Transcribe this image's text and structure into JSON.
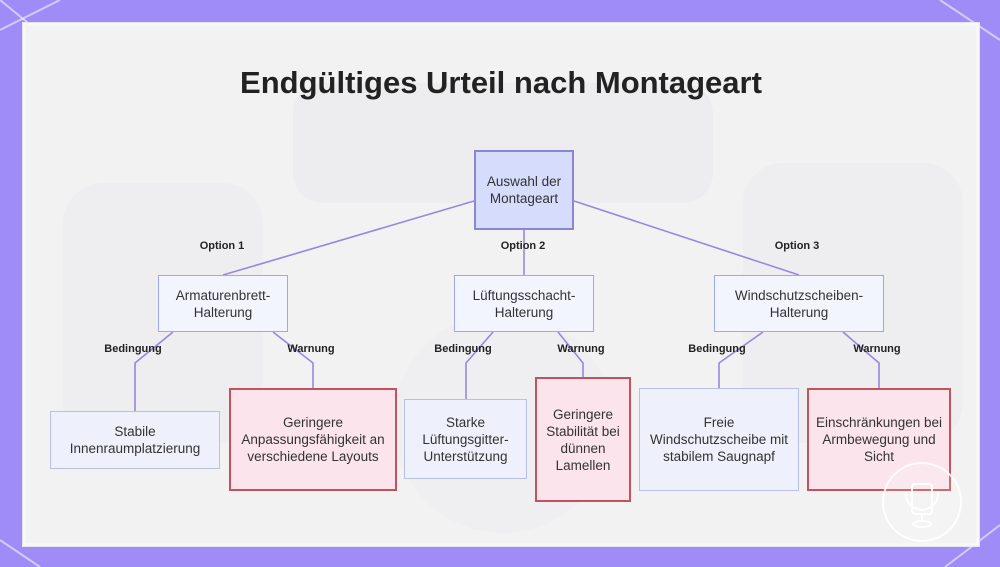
{
  "title": "Endgültiges Urteil nach Montageart",
  "root": "Auswahl der Montageart",
  "options": [
    {
      "edge": "Option 1",
      "label": "Armaturenbrett-Halterung",
      "cond_edge": "Bedingung",
      "cond": "Stabile Innenraumplatzierung",
      "warn_edge": "Warnung",
      "warn": "Geringere Anpassungsfähigkeit an verschiedene Layouts"
    },
    {
      "edge": "Option 2",
      "label": "Lüftungsschacht-Halterung",
      "cond_edge": "Bedingung",
      "cond": "Starke Lüftungsgitter-Unterstützung",
      "warn_edge": "Warnung",
      "warn": "Geringere Stabilität bei dünnen Lamellen"
    },
    {
      "edge": "Option 3",
      "label": "Windschutzscheiben-Halterung",
      "cond_edge": "Bedingung",
      "cond": "Freie Windschutzscheibe mit stabilem Saugnapf",
      "warn_edge": "Warnung",
      "warn": "Einschränkungen bei Armbewegung und Sicht"
    }
  ],
  "colors": {
    "frame": "#a08cf6",
    "edge": "#9a86e0",
    "root_fill": "#d6dcfb",
    "warn_border": "#c1525e",
    "warn_fill": "#fbe4ec"
  },
  "icons": {
    "badge": "car-phone-mount-icon"
  }
}
